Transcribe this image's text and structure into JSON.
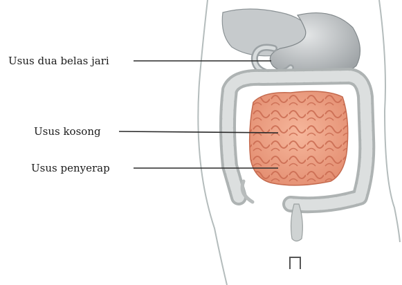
{
  "diagram": {
    "labels": [
      {
        "id": "duodenum",
        "text": "Usus dua belas jari"
      },
      {
        "id": "jejunum",
        "text": "Usus kosong"
      },
      {
        "id": "ileum",
        "text": "Usus penyerap"
      }
    ]
  }
}
